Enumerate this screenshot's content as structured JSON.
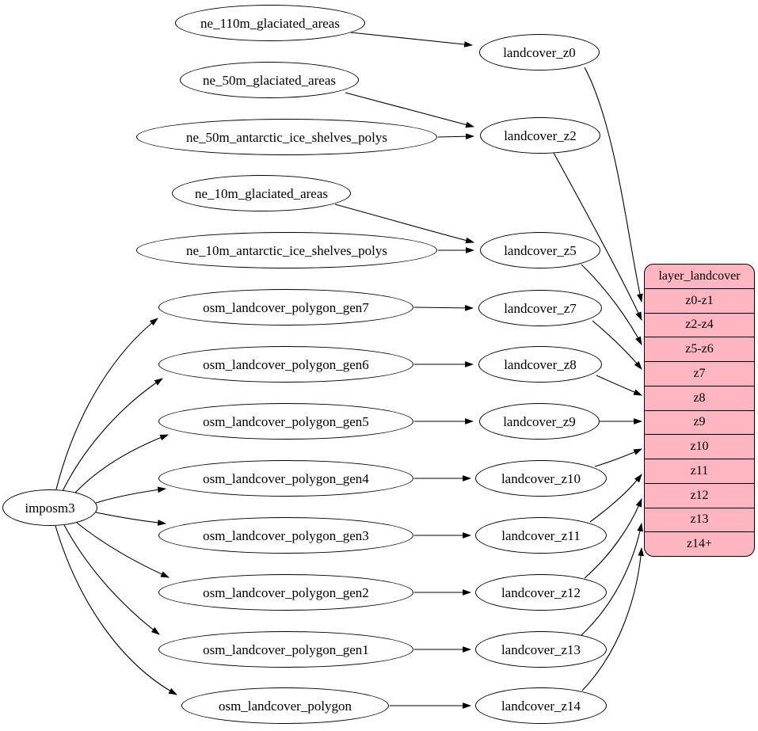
{
  "diagram": {
    "type": "graphviz-dataflow",
    "background": "#ffffff",
    "stroke_color": "#000000"
  },
  "colors": {
    "record_fill": "#ffb6c1",
    "node_fill": "#ffffff",
    "edge": "#000000"
  },
  "nodes": [
    {
      "id": "imposm3",
      "label": "imposm3"
    },
    {
      "id": "ne_110m_glaciated_areas",
      "label": "ne_110m_glaciated_areas"
    },
    {
      "id": "ne_50m_glaciated_areas",
      "label": "ne_50m_glaciated_areas"
    },
    {
      "id": "ne_50m_antarctic_ice_shelves_polys",
      "label": "ne_50m_antarctic_ice_shelves_polys"
    },
    {
      "id": "ne_10m_glaciated_areas",
      "label": "ne_10m_glaciated_areas"
    },
    {
      "id": "ne_10m_antarctic_ice_shelves_polys",
      "label": "ne_10m_antarctic_ice_shelves_polys"
    },
    {
      "id": "osm_landcover_polygon_gen7",
      "label": "osm_landcover_polygon_gen7"
    },
    {
      "id": "osm_landcover_polygon_gen6",
      "label": "osm_landcover_polygon_gen6"
    },
    {
      "id": "osm_landcover_polygon_gen5",
      "label": "osm_landcover_polygon_gen5"
    },
    {
      "id": "osm_landcover_polygon_gen4",
      "label": "osm_landcover_polygon_gen4"
    },
    {
      "id": "osm_landcover_polygon_gen3",
      "label": "osm_landcover_polygon_gen3"
    },
    {
      "id": "osm_landcover_polygon_gen2",
      "label": "osm_landcover_polygon_gen2"
    },
    {
      "id": "osm_landcover_polygon_gen1",
      "label": "osm_landcover_polygon_gen1"
    },
    {
      "id": "osm_landcover_polygon",
      "label": "osm_landcover_polygon"
    },
    {
      "id": "landcover_z0",
      "label": "landcover_z0"
    },
    {
      "id": "landcover_z2",
      "label": "landcover_z2"
    },
    {
      "id": "landcover_z5",
      "label": "landcover_z5"
    },
    {
      "id": "landcover_z7",
      "label": "landcover_z7"
    },
    {
      "id": "landcover_z8",
      "label": "landcover_z8"
    },
    {
      "id": "landcover_z9",
      "label": "landcover_z9"
    },
    {
      "id": "landcover_z10",
      "label": "landcover_z10"
    },
    {
      "id": "landcover_z11",
      "label": "landcover_z11"
    },
    {
      "id": "landcover_z12",
      "label": "landcover_z12"
    },
    {
      "id": "landcover_z13",
      "label": "landcover_z13"
    },
    {
      "id": "landcover_z14",
      "label": "landcover_z14"
    }
  ],
  "record": {
    "title": "layer_landcover",
    "rows": [
      "z0-z1",
      "z2-z4",
      "z5-z6",
      "z7",
      "z8",
      "z9",
      "z10",
      "z11",
      "z12",
      "z13",
      "z14+"
    ]
  },
  "edges": [
    {
      "from": "ne_110m_glaciated_areas",
      "to": "landcover_z0"
    },
    {
      "from": "ne_50m_glaciated_areas",
      "to": "landcover_z2"
    },
    {
      "from": "ne_50m_antarctic_ice_shelves_polys",
      "to": "landcover_z2"
    },
    {
      "from": "ne_10m_glaciated_areas",
      "to": "landcover_z5"
    },
    {
      "from": "ne_10m_antarctic_ice_shelves_polys",
      "to": "landcover_z5"
    },
    {
      "from": "osm_landcover_polygon_gen7",
      "to": "landcover_z7"
    },
    {
      "from": "osm_landcover_polygon_gen6",
      "to": "landcover_z8"
    },
    {
      "from": "osm_landcover_polygon_gen5",
      "to": "landcover_z9"
    },
    {
      "from": "osm_landcover_polygon_gen4",
      "to": "landcover_z10"
    },
    {
      "from": "osm_landcover_polygon_gen3",
      "to": "landcover_z11"
    },
    {
      "from": "osm_landcover_polygon_gen2",
      "to": "landcover_z12"
    },
    {
      "from": "osm_landcover_polygon_gen1",
      "to": "landcover_z13"
    },
    {
      "from": "osm_landcover_polygon",
      "to": "landcover_z14"
    },
    {
      "from": "imposm3",
      "to": "osm_landcover_polygon_gen7"
    },
    {
      "from": "imposm3",
      "to": "osm_landcover_polygon_gen6"
    },
    {
      "from": "imposm3",
      "to": "osm_landcover_polygon_gen5"
    },
    {
      "from": "imposm3",
      "to": "osm_landcover_polygon_gen4"
    },
    {
      "from": "imposm3",
      "to": "osm_landcover_polygon_gen3"
    },
    {
      "from": "imposm3",
      "to": "osm_landcover_polygon_gen2"
    },
    {
      "from": "imposm3",
      "to": "osm_landcover_polygon_gen1"
    },
    {
      "from": "imposm3",
      "to": "osm_landcover_polygon"
    },
    {
      "from": "landcover_z0",
      "to": "layer_landcover",
      "port": "z0-z1"
    },
    {
      "from": "landcover_z2",
      "to": "layer_landcover",
      "port": "z2-z4"
    },
    {
      "from": "landcover_z5",
      "to": "layer_landcover",
      "port": "z5-z6"
    },
    {
      "from": "landcover_z7",
      "to": "layer_landcover",
      "port": "z7"
    },
    {
      "from": "landcover_z8",
      "to": "layer_landcover",
      "port": "z8"
    },
    {
      "from": "landcover_z9",
      "to": "layer_landcover",
      "port": "z9"
    },
    {
      "from": "landcover_z10",
      "to": "layer_landcover",
      "port": "z10"
    },
    {
      "from": "landcover_z11",
      "to": "layer_landcover",
      "port": "z11"
    },
    {
      "from": "landcover_z12",
      "to": "layer_landcover",
      "port": "z12"
    },
    {
      "from": "landcover_z13",
      "to": "layer_landcover",
      "port": "z13"
    },
    {
      "from": "landcover_z14",
      "to": "layer_landcover",
      "port": "z14+"
    }
  ]
}
